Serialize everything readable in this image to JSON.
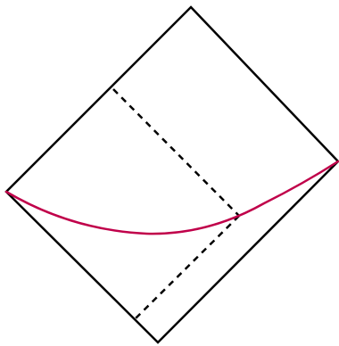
{
  "diagram": {
    "colors": {
      "background": "#ffffff",
      "outline": "#000000",
      "dashed": "#000000",
      "curve": "#c0004a"
    },
    "parts": {
      "frame": "square-outline",
      "guide": "dashed-segments",
      "curve": "curved-line"
    }
  }
}
